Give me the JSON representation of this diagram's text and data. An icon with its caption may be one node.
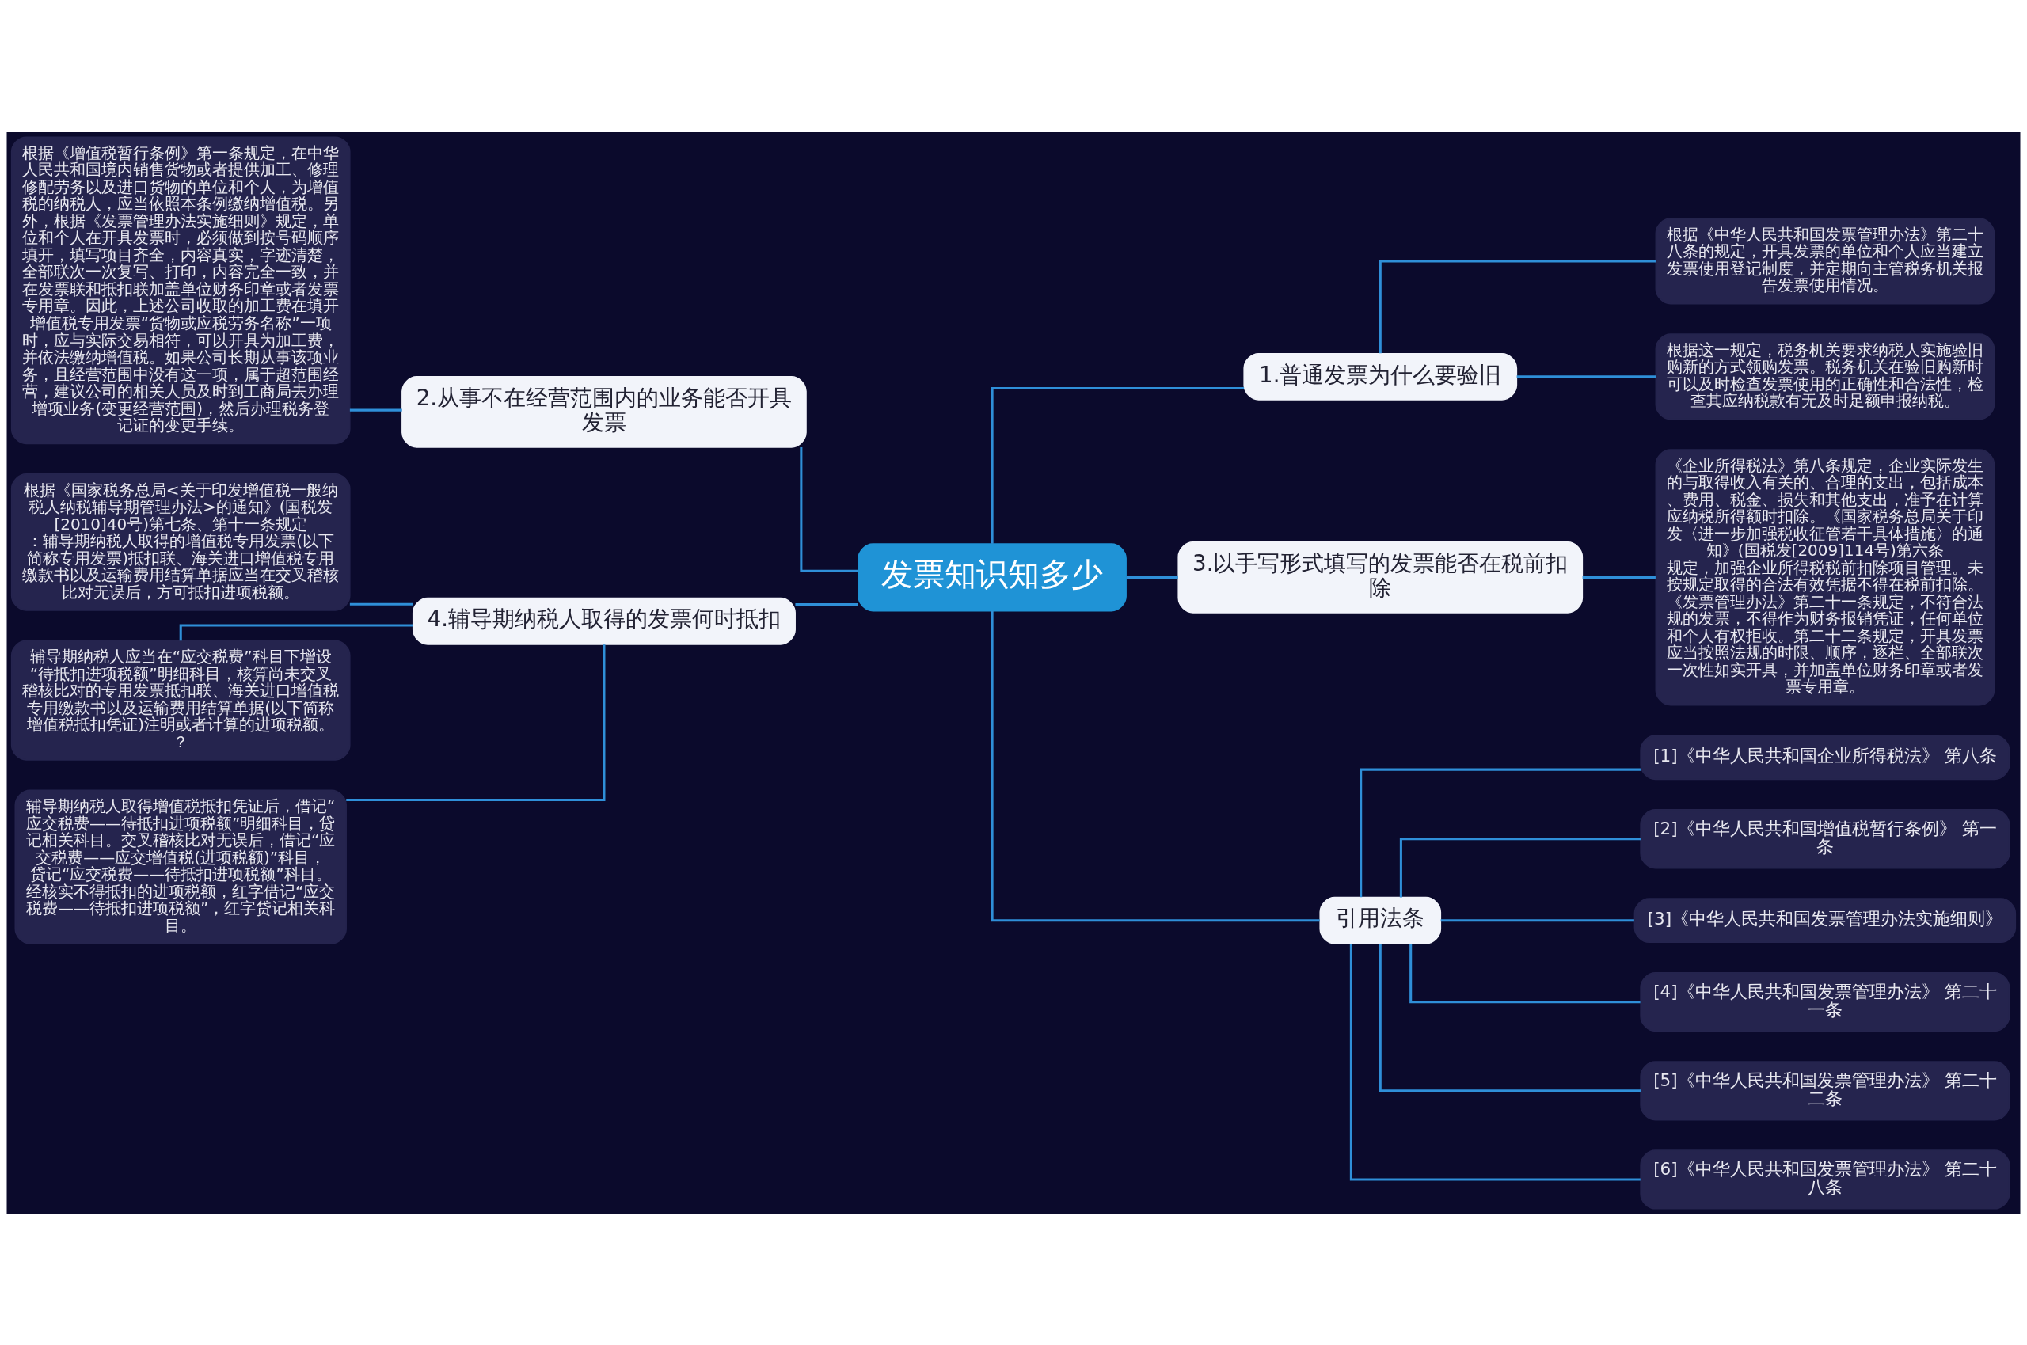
{
  "diagram": {
    "nodes": [
      {
        "text": [
          "发票知识知多少"
        ]
      },
      {
        "text": [
          "1.普通发票为什么要验旧"
        ]
      },
      {
        "text": [
          "根据《中华人民共和国发票管理办法》第二十八条的规定，开具发票的单位和个人应当建立发票使用登记制度，并定期向主管税务机关报告发票使用情况。"
        ]
      },
      {
        "text": [
          "根据这一规定，税务机关要求纳税人实施验旧购新的方式领购发票。税务机关在验旧购新时可以及时检查发票使用的正确性和合法性，检查其应纳税款有无及时足额申报纳税。"
        ]
      },
      {
        "text": [
          "2.从事不在经营范围内的业务能否开具发票"
        ]
      },
      {
        "text": [
          "根据《增值税暂行条例》第一条规定，在中华人民共和国境内销售货物或者提供加工、修理修配劳务以及进口货物的单位和个人，为增值税的纳税人，应当依照本条例缴纳增值税。另外，根据《发票管理办法实施细则》规定，单位和个人在开具发票时，必须做到按号码顺序填开，填写项目齐全，内容真实，字迹清楚，全部联次一次复写、打印，内容完全一致，并在发票联和抵扣联加盖单位财务印章或者发票专用章。因此，上述公司收取的加工费在填开增值税专用发票“货物或应税劳务名称”一项时，应与实际交易相符，可以开具为加工费，并依法缴纳增值税。如果公司长期从事该项业务，且经营范围中没有这一项，属于超范围经营，建议公司的相关人员及时到工商局去办理增项业务(变更经营范围)，然后办理税务登记证的变更手续。"
        ]
      },
      {
        "text": [
          "3.以手写形式填写的发票能否在税前扣除"
        ]
      },
      {
        "text": [
          "《企业所得税法》第八条规定，企业实际发生的与取得收入有关的、合理的支出，包括成本、费用、税金、损失和其他支出，准予在计算应纳税所得额时扣除。《国家税务总局关于印发〈进一步加强税收征管若干具体措施〉的通知》(国税发[2009]114号)第六条规定，加强企业所得税税前扣除项目管理。未按规定取得的合法有效凭据不得在税前扣除。《发票管理办法》第二十一条规定，不符合法规的发票，不得作为财务报销凭证，任何单位和个人有权拒收。第二十二条规定，开具发票应当按照法规的时限、顺序，逐栏、全部联次一次性如实开具，并加盖单位财务印章或者发票专用章。"
        ]
      },
      {
        "text": [
          "4.辅导期纳税人取得的发票何时抵扣"
        ]
      },
      {
        "text": [
          "根据《国家税务总局<关于印发增值税一般纳税人纳税辅导期管理办法>的通知》(国税发[2010]40号)第七条、第十一条规定：辅导期纳税人取得的增值税专用发票(以下简称专用发票)抵扣联、海关进口增值税专用缴款书以及运输费用结算单据应当在交叉稽核比对无误后，方可抵扣进项税额。"
        ]
      },
      {
        "text": [
          "辅导期纳税人应当在“应交税费”科目下增设“待抵扣进项税额”明细科目，核算尚未交叉稽核比对的专用发票抵扣联、海关进口增值税专用缴款书以及运输费用结算单据(以下简称增值税抵扣凭证)注明或者计算的进项税额。？"
        ]
      },
      {
        "text": [
          "辅导期纳税人取得增值税抵扣凭证后，借记“应交税费——待抵扣进项税额”明细科目，贷记相关科目。交叉稽核比对无误后，借记“应交税费——应交增值税(进项税额)”科目，贷记“应交税费——待抵扣进项税额”科目。经核实不得抵扣的进项税额，红字借记“应交税费——待抵扣进项税额”，红字贷记相关科目。"
        ]
      },
      {
        "text": [
          "引用法条"
        ]
      },
      {
        "text": [
          "[1]《中华人民共和国企业所得税法》 第八条"
        ]
      },
      {
        "text": [
          "[2]《中华人民共和国增值税暂行条例》 第一条"
        ]
      },
      {
        "text": [
          "[3]《中华人民共和国发票管理办法实施细则》"
        ]
      },
      {
        "text": [
          "[4]《中华人民共和国发票管理办法》 第二十一条"
        ]
      },
      {
        "text": [
          "[5]《中华人民共和国发票管理办法》 第二十二条"
        ]
      },
      {
        "text": [
          "[6]《中华人民共和国发票管理办法》 第二十八条"
        ]
      }
    ],
    "edges": [
      {
        "from": 0,
        "to": 1,
        "arrow": "none"
      },
      {
        "from": 1,
        "to": 2,
        "arrow": "none"
      },
      {
        "from": 1,
        "to": 3,
        "arrow": "none"
      },
      {
        "from": 0,
        "to": 4,
        "arrow": "none"
      },
      {
        "from": 4,
        "to": 5,
        "arrow": "none"
      },
      {
        "from": 0,
        "to": 6,
        "arrow": "none"
      },
      {
        "from": 6,
        "to": 7,
        "arrow": "none"
      },
      {
        "from": 0,
        "to": 8,
        "arrow": "none"
      },
      {
        "from": 8,
        "to": 9,
        "arrow": "none"
      },
      {
        "from": 8,
        "to": 10,
        "arrow": "none"
      },
      {
        "from": 8,
        "to": 11,
        "arrow": "none"
      },
      {
        "from": 0,
        "to": 12,
        "arrow": "none"
      },
      {
        "from": 12,
        "to": 13,
        "arrow": "none"
      },
      {
        "from": 12,
        "to": 14,
        "arrow": "none"
      },
      {
        "from": 12,
        "to": 15,
        "arrow": "none"
      },
      {
        "from": 12,
        "to": 16,
        "arrow": "none"
      },
      {
        "from": 12,
        "to": 17,
        "arrow": "none"
      },
      {
        "from": 12,
        "to": 18,
        "arrow": "none"
      }
    ]
  }
}
